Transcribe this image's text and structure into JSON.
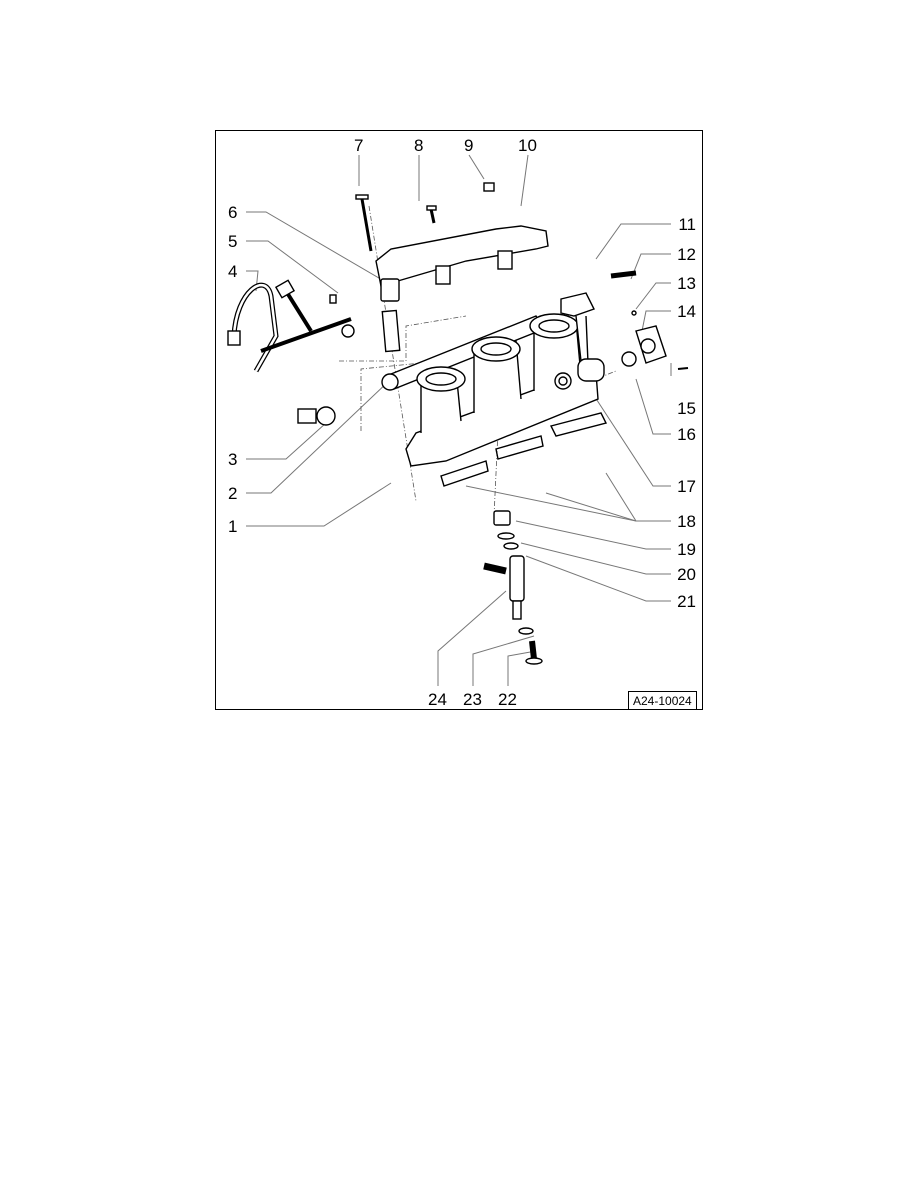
{
  "figure": {
    "code": "A24-10024",
    "callouts": [
      "1",
      "2",
      "3",
      "4",
      "5",
      "6",
      "7",
      "8",
      "9",
      "10",
      "11",
      "12",
      "13",
      "14",
      "15",
      "16",
      "17",
      "18",
      "19",
      "20",
      "21",
      "22",
      "23",
      "24"
    ]
  }
}
